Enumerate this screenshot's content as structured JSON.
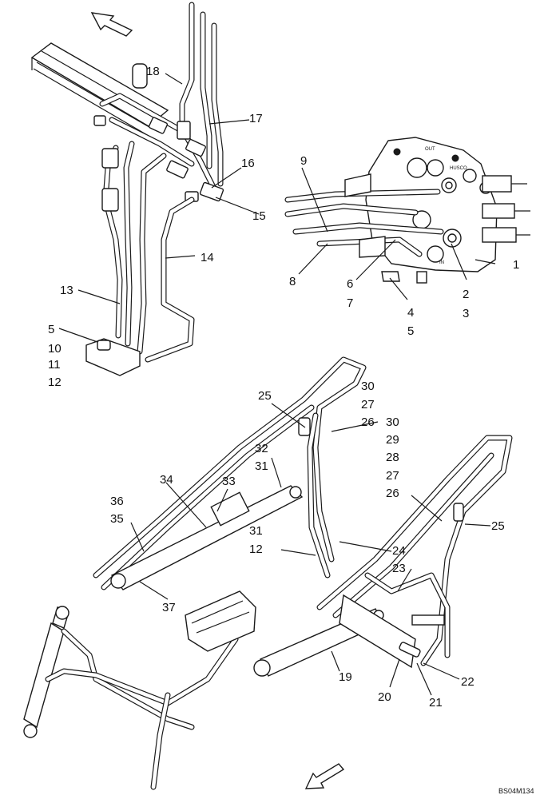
{
  "diagram": {
    "reference_code": "BS04M134",
    "callouts": {
      "c1": "1",
      "c2": "2",
      "c3": "3",
      "c4": "4",
      "c5": "5",
      "c5b": "5",
      "c6": "6",
      "c7": "7",
      "c8": "8",
      "c9": "9",
      "c10": "10",
      "c11": "11",
      "c12": "12",
      "c12b": "12",
      "c13": "13",
      "c14": "14",
      "c15": "15",
      "c16": "16",
      "c17": "17",
      "c18": "18",
      "c19": "19",
      "c20": "20",
      "c21": "21",
      "c22": "22",
      "c23": "23",
      "c24": "24",
      "c25": "25",
      "c25b": "25",
      "c26": "26",
      "c26b": "26",
      "c27": "27",
      "c27b": "27",
      "c28": "28",
      "c29": "29",
      "c30": "30",
      "c30b": "30",
      "c31": "31",
      "c31b": "31",
      "c32": "32",
      "c33": "33",
      "c34": "34",
      "c35": "35",
      "c36": "36",
      "c37": "37"
    },
    "valve_labels": {
      "out": "OUT",
      "brand": "HUSCO",
      "inlet": "IN"
    }
  }
}
